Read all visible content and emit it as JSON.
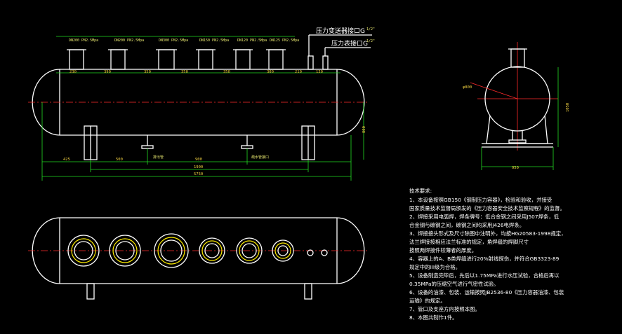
{
  "callouts": {
    "transmitter_nozzle": "压力变送器接口G",
    "gauge_nozzle": "压力表接口G",
    "half_inch": "1/2\""
  },
  "nozzle_labels": [
    "DN200 PN2.5Mpa",
    "DN200 PN2.5Mpa",
    "DN300 PN2.5Mpa",
    "DN150 PN2.5Mpa",
    "DN120 PN2.5Mpa",
    "DN125 PN2.5Mpa"
  ],
  "top_dims": [
    "230",
    "390",
    "350",
    "350",
    "350",
    "300",
    "210",
    "130"
  ],
  "bottom_dims": {
    "left_offset": "425",
    "a": "500",
    "b": "900",
    "support_span": "1900",
    "overall": "5750",
    "height": "800"
  },
  "drain_labels": {
    "left": "排污管",
    "right": "疏水管接口"
  },
  "side_view": {
    "diameter": "φ800",
    "support_width": "950",
    "height": "1050"
  },
  "notes": {
    "title": "技术要求:",
    "lines": [
      "1、本设备按照GB150《钢制压力容器》，检验和验收，并接受",
      "  国家质量技术监督局颁发的《压力容器安全技术监察规程》的监督。",
      "2、焊接采用电弧焊，焊条牌号：低合金钢之间采用J507焊条，低",
      "合金钢与碳钢之间，碳钢之间均采用J426电焊条。",
      "3、焊接接头形式及尺寸除图中注明外，均按HG20583-1998规定，",
      "法兰焊接按相应法兰标准的规定，角焊缝的焊脚尺寸",
      "按照两焊接件较薄者的厚度。",
      "4、容器上的A、B类焊缝进行20%射线探伤，并符合GB3323-89",
      "规定中的III级为合格。",
      "5、设备制造完毕后，先后以1.75MPa进行水压试验，合格后再以",
      "0.35MPa的压缩空气进行气密性试验。",
      "6、设备的油漆、包装、运输按照JB2536-80《压力容器油漆、包装",
      "运输》的规定。",
      "7、管口及支座方向按照本图。",
      "8、本图共制作1件。"
    ]
  }
}
